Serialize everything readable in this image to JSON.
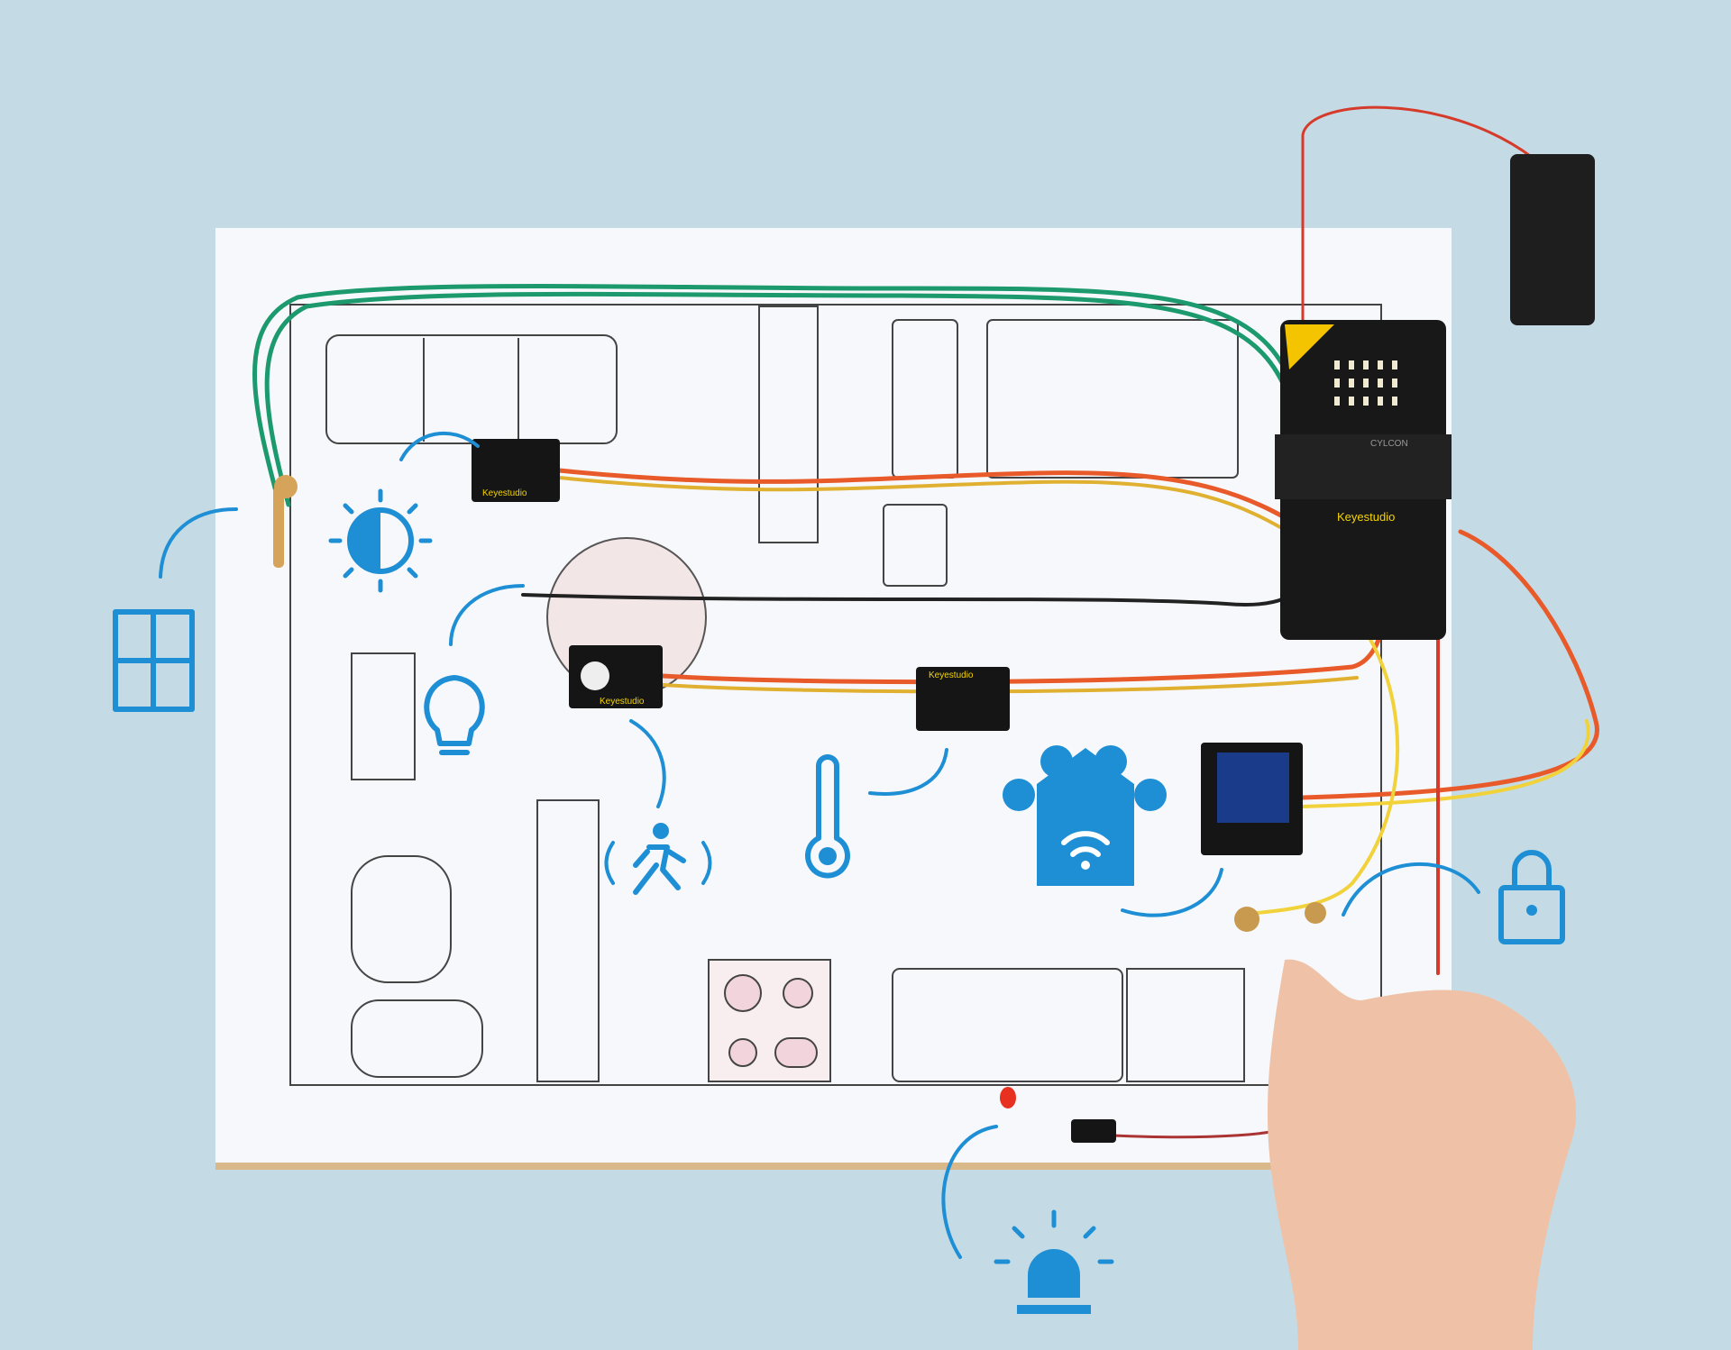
{
  "colors": {
    "background": "#c4dbe5",
    "accent": "#1e8fd5",
    "board": "#1a1a1a",
    "wire_orange": "#e85a2a",
    "wire_green": "#1c9a6e",
    "wire_yellow": "#f2d23a"
  },
  "modules": {
    "controller_brand": "CYLCON",
    "shield_label": "Keyestudio",
    "light_sensor_label": "Keyestudio",
    "pir_sensor_label": "Keyestudio",
    "temp_sensor_label": "Keyestudio"
  },
  "icons": [
    "window-icon",
    "sun-icon",
    "bulb-icon",
    "motion-icon",
    "thermometer-icon",
    "smart-home-icon",
    "lock-icon",
    "alarm-icon"
  ]
}
